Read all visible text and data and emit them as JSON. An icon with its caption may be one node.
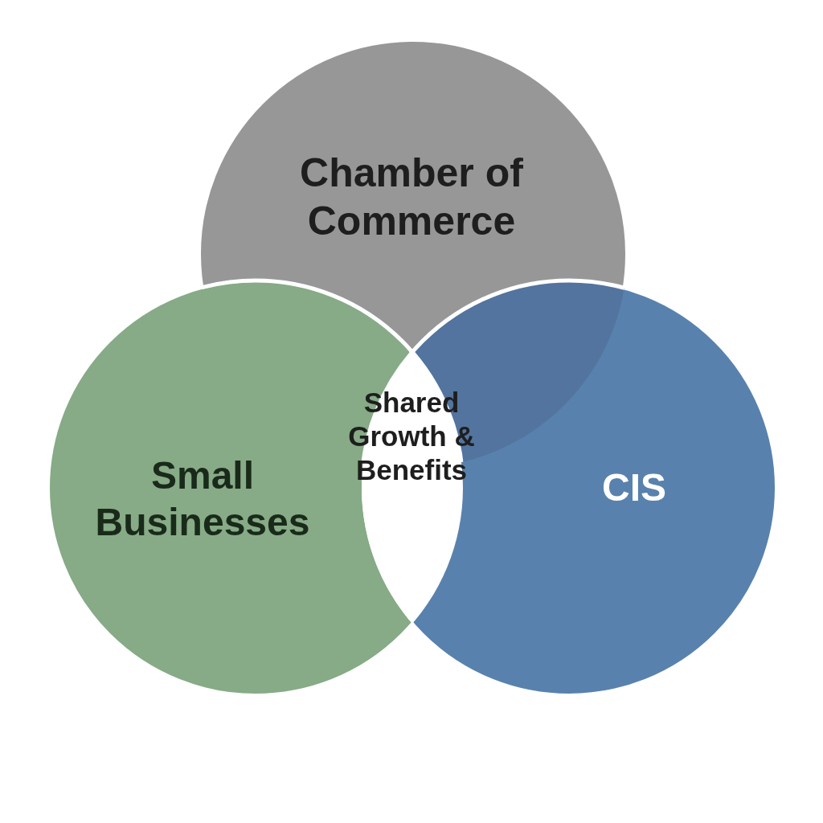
{
  "diagram": {
    "nodes": [
      {
        "text": [
          "Chamber of Commerce"
        ]
      },
      {
        "text": [
          "Small Businesses"
        ]
      },
      {
        "text": [
          "CIS"
        ]
      },
      {
        "text": [
          "Shared Growth & Benefits"
        ]
      }
    ]
  }
}
